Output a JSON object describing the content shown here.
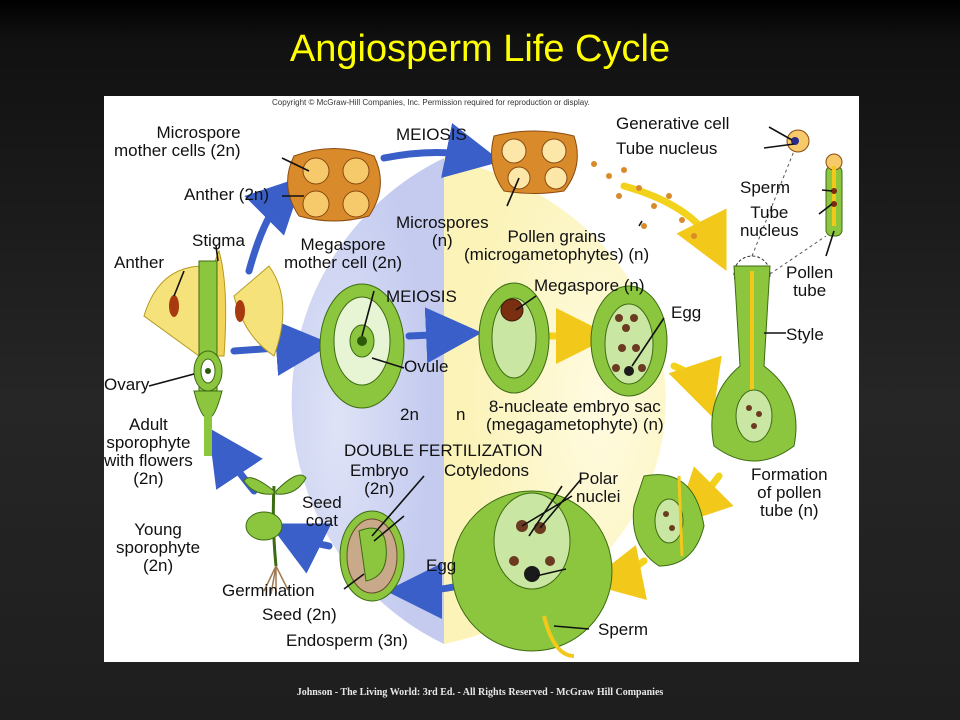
{
  "slide": {
    "title": "Angiosperm Life Cycle",
    "footer": "Johnson - The Living World: 3rd Ed.  - All Rights Reserved - McGraw Hill Companies"
  },
  "figure": {
    "copyright": "Copyright © McGraw-Hill Companies, Inc. Permission required for reproduction or display.",
    "labels": {
      "microspore_mother_cells": "Microspore\nmother cells (2n)",
      "anther_top": "Anther (2n)",
      "meiosis_top": "MEIOSIS",
      "generative_cell": "Generative cell",
      "tube_nucleus_top": "Tube nucleus",
      "sperm_top": "Sperm",
      "tube_nucleus_right": "Tube\nnucleus",
      "pollen_tube": "Pollen\ntube",
      "microspores": "Microspores\n(n)",
      "pollen_grains": "Pollen grains\n(microgametophytes) (n)",
      "stigma": "Stigma",
      "anther_left": "Anther",
      "megaspore_mother_cell": "Megaspore\nmother cell (2n)",
      "meiosis_mid": "MEIOSIS",
      "megaspore": "Megaspore (n)",
      "egg_top": "Egg",
      "style": "Style",
      "ovary": "Ovary",
      "ovule": "Ovule",
      "ploidy_2n": "2n",
      "ploidy_n": "n",
      "embryo_sac": "8-nucleate embryo sac\n(megagametophyte) (n)",
      "adult_sporophyte": "Adult\nsporophyte\nwith flowers\n(2n)",
      "double_fertilization": "DOUBLE FERTILIZATION",
      "embryo": "Embryo\n(2n)",
      "cotyledons": "Cotyledons",
      "polar_nuclei": "Polar\nnuclei",
      "formation_pollen_tube": "Formation\nof pollen\ntube (n)",
      "seed_coat": "Seed\ncoat",
      "young_sporophyte": "Young\nsporophyte\n(2n)",
      "egg_bottom": "Egg",
      "germination": "Germination",
      "seed": "Seed (2n)",
      "sperm_bottom": "Sperm",
      "endosperm": "Endosperm (3n)"
    }
  },
  "colors": {
    "title": "#ffff00",
    "diploid_bg": "#c9cff0",
    "haploid_bg": "#fbf6c4",
    "arrow_blue": "#3a5fc8",
    "arrow_yellow": "#f2d21b",
    "tissue_green": "#8cc63f",
    "anther_orange": "#d98a2b"
  }
}
